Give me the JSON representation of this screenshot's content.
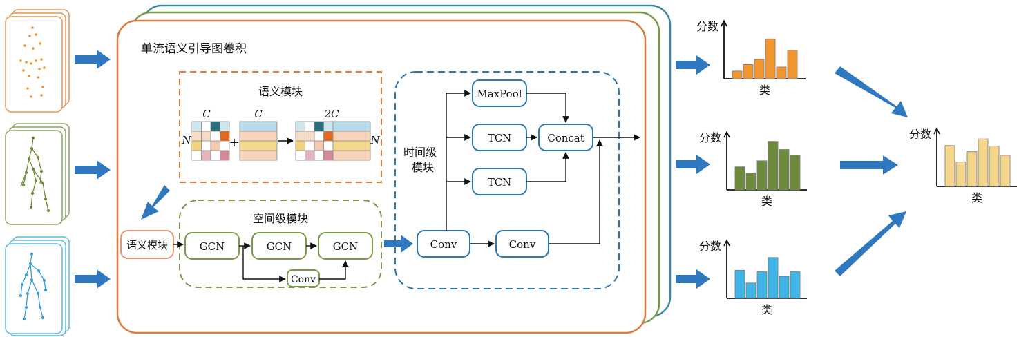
{
  "main_title": "单流语义引导图卷积",
  "semantic_module": {
    "title": "语义模块",
    "label_C1": "C",
    "label_C2": "C",
    "label_2C": "2C",
    "label_N_left": "N",
    "label_N_right": "N",
    "plus": "+"
  },
  "spatial_module": {
    "title": "空间级模块",
    "input_label": "语义模块",
    "gcn1": "GCN",
    "gcn2": "GCN",
    "gcn3": "GCN",
    "conv": "Conv"
  },
  "temporal_module": {
    "title_line1": "时间级",
    "title_line2": "模块",
    "conv1": "Conv",
    "conv2": "Conv",
    "maxpool": "MaxPool",
    "tcn1": "TCN",
    "tcn2": "TCN",
    "concat": "Concat"
  },
  "score_charts": [
    {
      "ylabel": "分数",
      "xlabel": "类",
      "color": "#f2952f",
      "values": [
        0.15,
        0.28,
        0.38,
        0.78,
        0.23,
        0.56
      ]
    },
    {
      "ylabel": "分数",
      "xlabel": "类",
      "color": "#6e8b3d",
      "values": [
        0.45,
        0.33,
        0.57,
        0.95,
        0.79,
        0.68
      ]
    },
    {
      "ylabel": "分数",
      "xlabel": "类",
      "color": "#3fb5e8",
      "values": [
        0.55,
        0.3,
        0.52,
        0.8,
        0.43,
        0.52
      ]
    }
  ],
  "fused_chart": {
    "ylabel": "分数",
    "xlabel": "类",
    "color": "#f6d58c",
    "values": [
      0.8,
      0.48,
      0.68,
      0.93,
      0.79,
      0.61
    ]
  },
  "colors": {
    "orange": "#e07b39",
    "green": "#7a9a4a",
    "blue": "#2a77b8",
    "teal": "#3c8aa0",
    "arrow": "#2f78c0"
  }
}
